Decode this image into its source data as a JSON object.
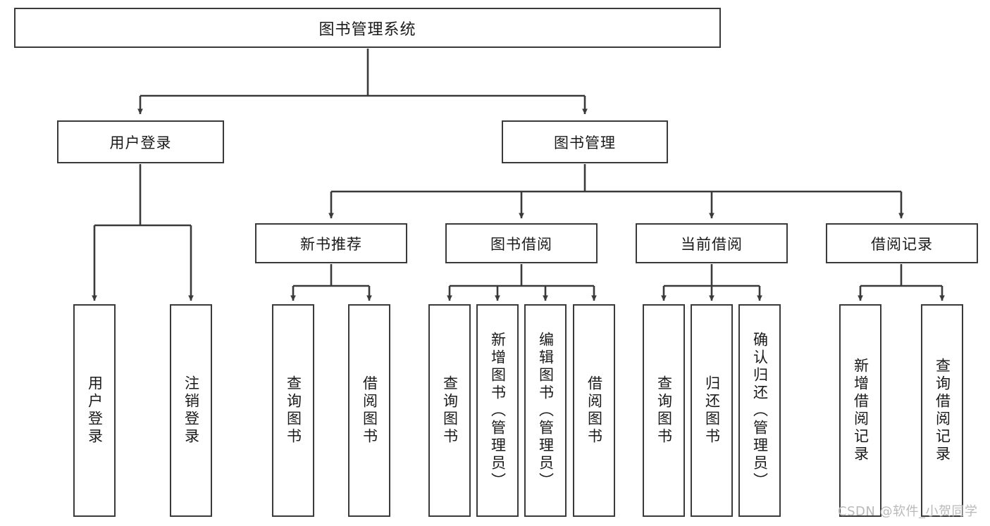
{
  "diagram": {
    "title": "图书管理系统",
    "type": "hierarchy-tree",
    "watermark": "CSDN @软件_小贺同学",
    "colors": {
      "box_border": "#3a3a3a",
      "box_fill": "#ffffff",
      "connector": "#3a3a3a",
      "text": "#1a1a1a",
      "watermark": "#b9b9b9"
    },
    "levels": {
      "root": {
        "label": "图书管理系统"
      },
      "level2": [
        {
          "label": "用户登录"
        },
        {
          "label": "图书管理"
        }
      ],
      "level3": [
        {
          "label": "新书推荐"
        },
        {
          "label": "图书借阅"
        },
        {
          "label": "当前借阅"
        },
        {
          "label": "借阅记录"
        }
      ],
      "leaves": {
        "user_login": [
          {
            "label": "用户登录"
          },
          {
            "label": "注销登录"
          }
        ],
        "new_book_recommend": [
          {
            "label": "查询图书"
          },
          {
            "label": "借阅图书"
          }
        ],
        "book_borrow": [
          {
            "label": "查询图书"
          },
          {
            "label": "新增图书（管理员）"
          },
          {
            "label": "编辑图书（管理员）"
          },
          {
            "label": "借阅图书"
          }
        ],
        "current_borrow": [
          {
            "label": "查询图书"
          },
          {
            "label": "归还图书"
          },
          {
            "label": "确认归还（管理员）"
          }
        ],
        "borrow_record": [
          {
            "label": "新增借阅记录"
          },
          {
            "label": "查询借阅记录"
          }
        ]
      }
    }
  }
}
